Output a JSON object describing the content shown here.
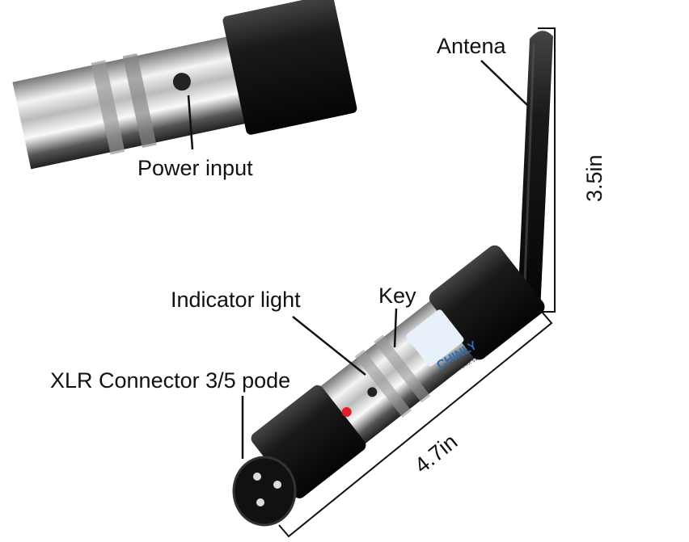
{
  "labels": {
    "power_input": "Power input",
    "antenna": "Antena",
    "indicator_light": "Indicator light",
    "key": "Key",
    "xlr_connector": "XLR Connector 3/5 pode",
    "height_dim": "3.5in",
    "length_dim": "4.7in"
  },
  "logo": {
    "brand": "CHINLY",
    "subtext": "Wireless DMX 512"
  },
  "colors": {
    "indicator_led": "#e0202a",
    "logo_blue": "#2a6fb8",
    "body_black": "#1a1a1a"
  }
}
